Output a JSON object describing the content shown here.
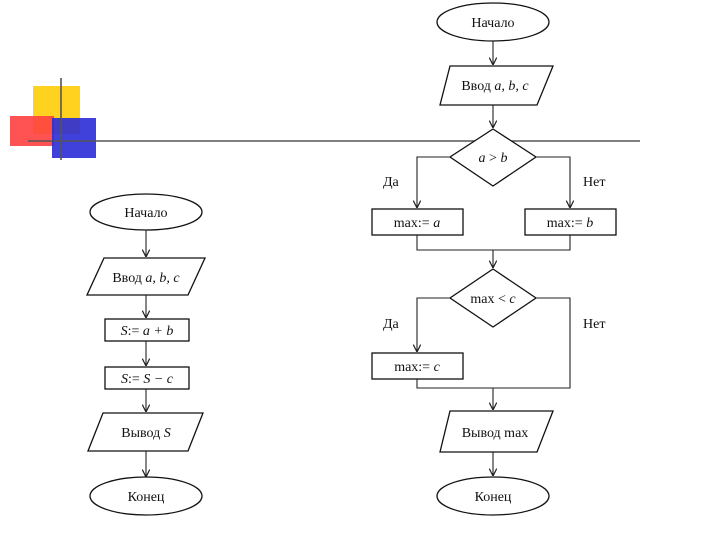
{
  "decor": {
    "colors": {
      "yellow": "#ffd21f",
      "red": "#ff3b3b",
      "blue": "#2b2bd6",
      "rule": "#555555"
    }
  },
  "left_flow": {
    "start": "Начало",
    "input": {
      "prefix": "Ввод ",
      "vars": "a, b, c"
    },
    "assign1": {
      "lhs": "S",
      "op": ":= ",
      "rhs": "a + b"
    },
    "assign2": {
      "lhs": "S",
      "op": ":= ",
      "rhs": "S − c"
    },
    "output": {
      "prefix": "Вывод ",
      "var": "S"
    },
    "end": "Конец"
  },
  "right_flow": {
    "start": "Начало",
    "input": {
      "prefix": "Ввод ",
      "vars": "a, b, c"
    },
    "cond1": {
      "lhs": "a",
      "op": " > ",
      "rhs": "b"
    },
    "yes1": "Да",
    "no1": "Нет",
    "max_a": {
      "prefix": "max:= ",
      "var": "a"
    },
    "max_b": {
      "prefix": "max:= ",
      "var": "b"
    },
    "cond2": {
      "lhs": "max",
      "op": " < ",
      "rhs": "c"
    },
    "yes2": "Да",
    "no2": "Нет",
    "max_c": {
      "prefix": "max:= ",
      "var": "c"
    },
    "output": "Вывод max",
    "end": "Конец"
  }
}
